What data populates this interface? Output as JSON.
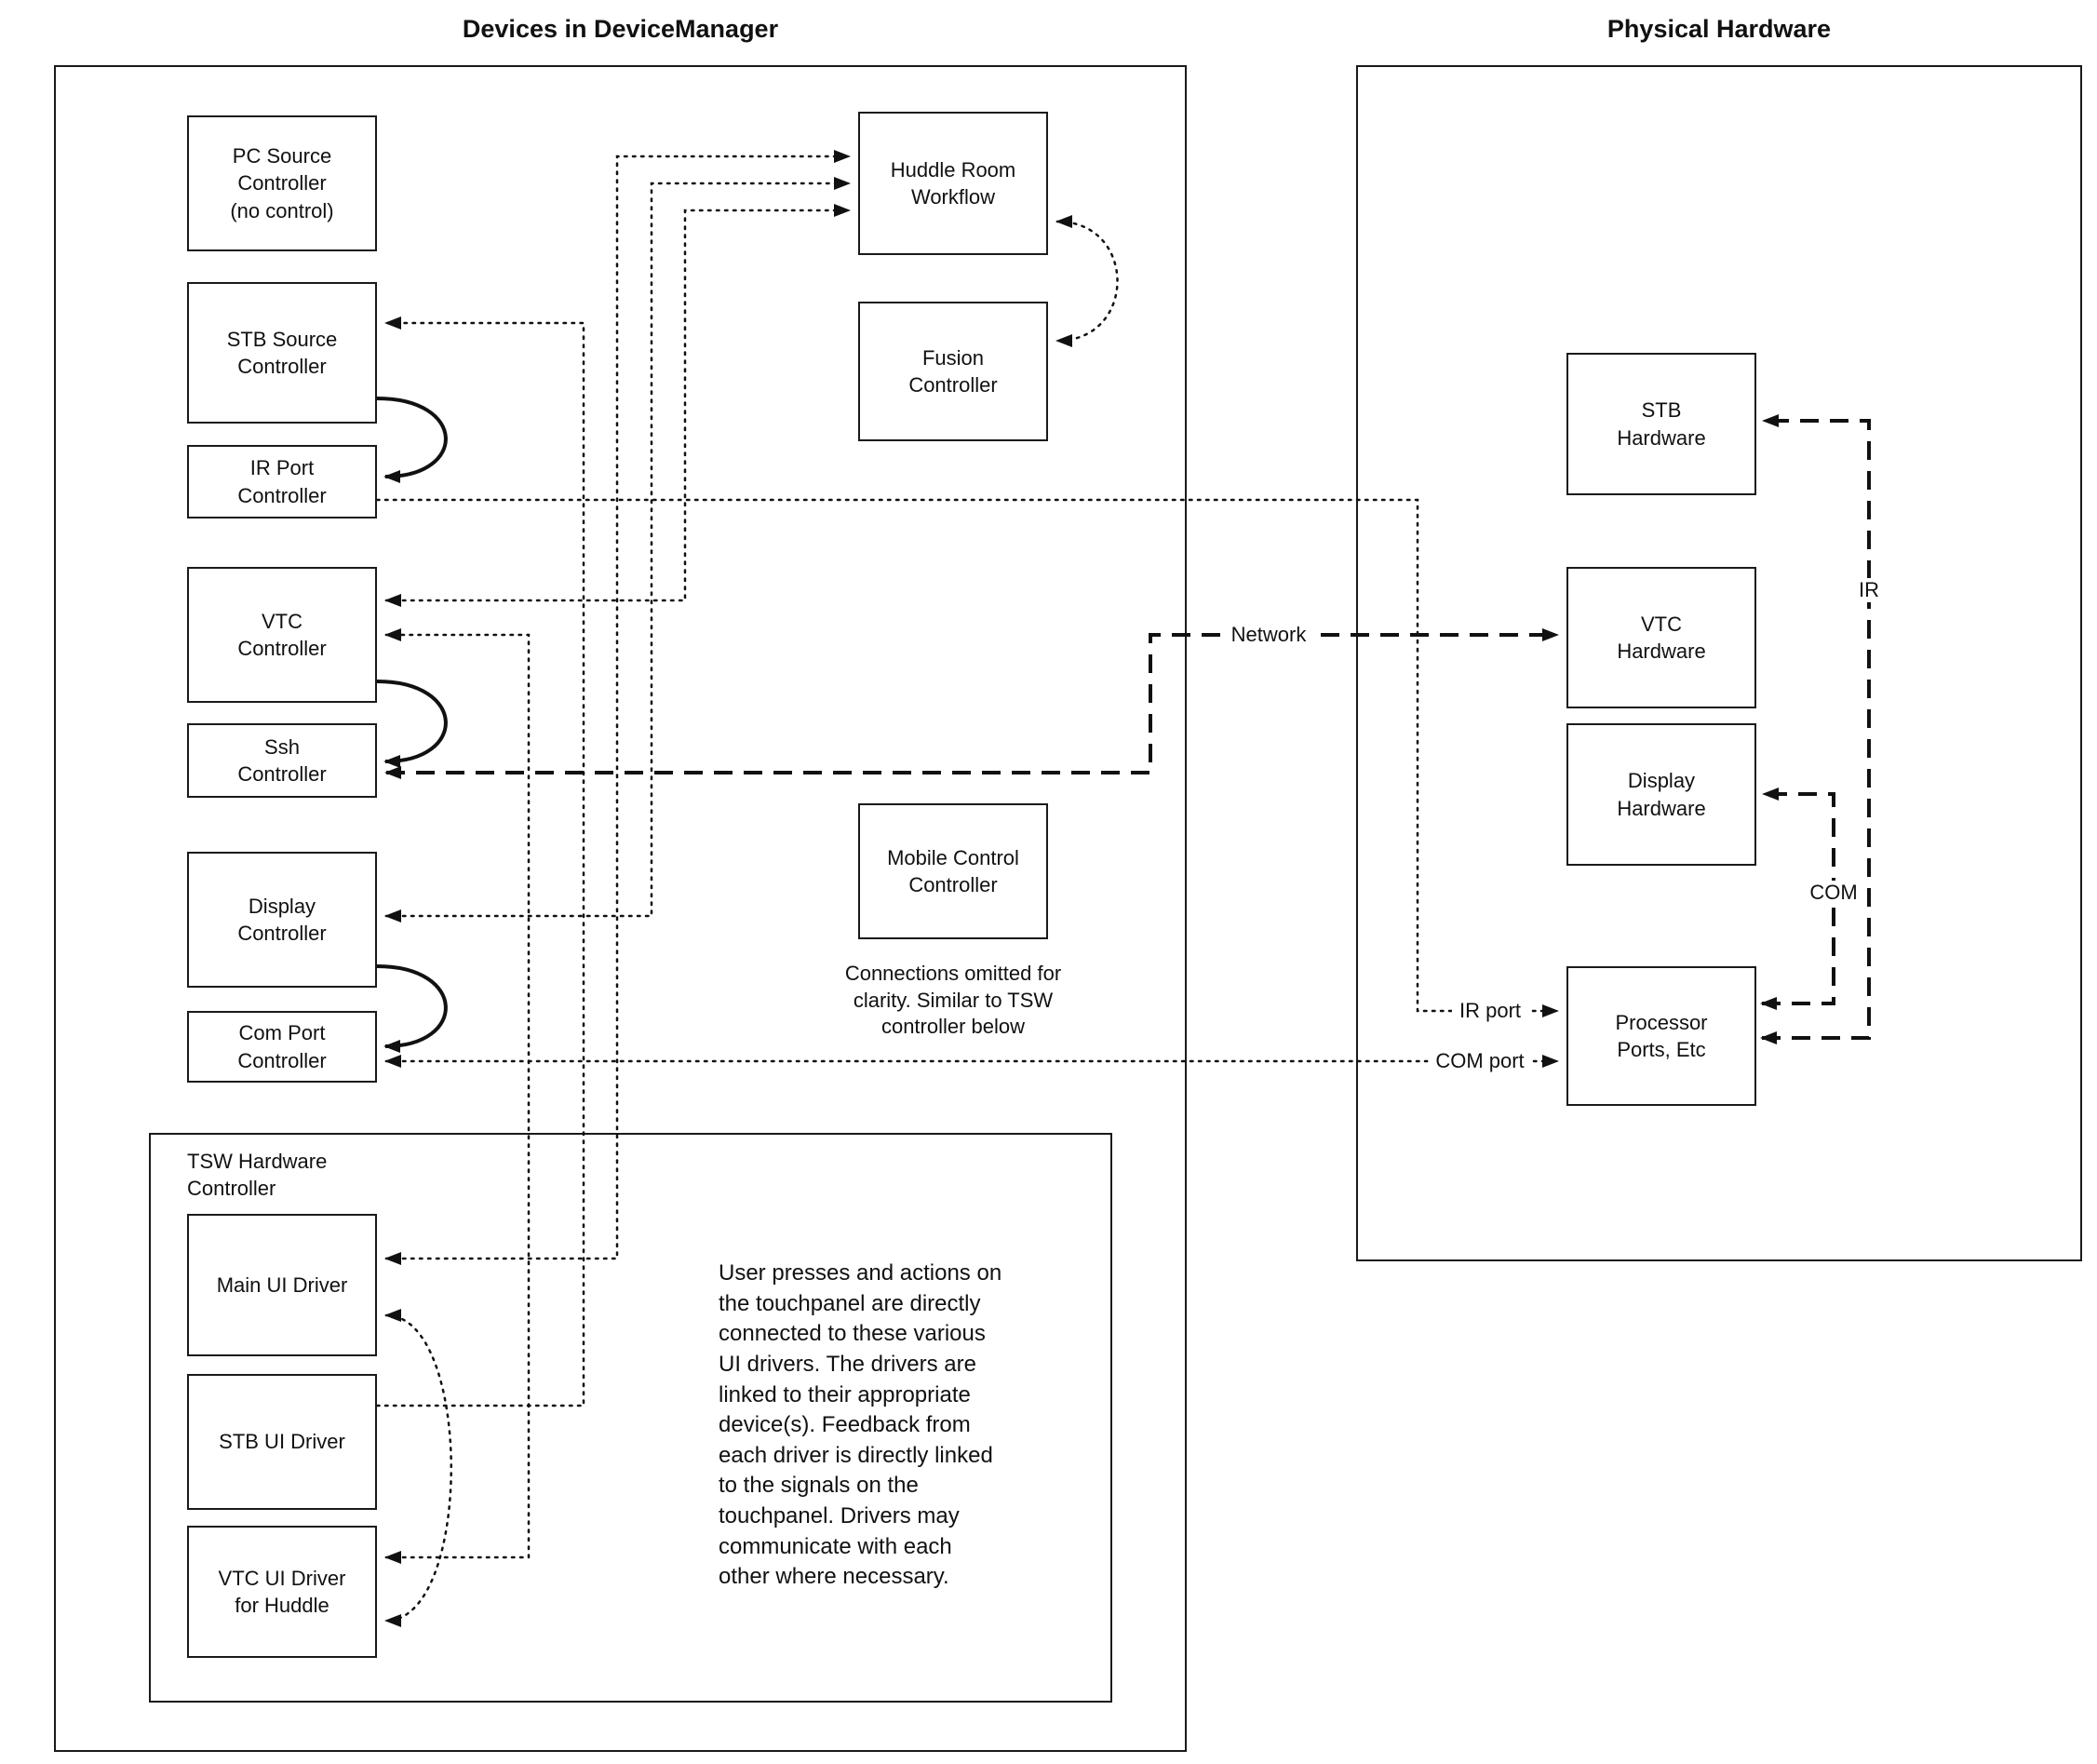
{
  "diagram": {
    "titles": {
      "device_manager": "Devices in DeviceManager",
      "physical_hardware": "Physical Hardware"
    },
    "device_manager": {
      "pc_source": "PC Source\nController\n(no control)",
      "stb_source": "STB Source\nController",
      "ir_port": "IR Port\nController",
      "vtc": "VTC\nController",
      "ssh": "Ssh\nController",
      "display": "Display\nController",
      "com_port": "Com Port\nController",
      "huddle": "Huddle Room\nWorkflow",
      "fusion": "Fusion\nController",
      "mobile": "Mobile Control\nController",
      "mobile_note": "Connections omitted for\nclarity. Similar to TSW\ncontroller below",
      "tsw": {
        "label": "TSW Hardware\nController",
        "main_ui": "Main UI Driver",
        "stb_ui": "STB UI Driver",
        "vtc_ui": "VTC UI Driver\nfor Huddle",
        "note": "User presses and actions on\nthe touchpanel are directly\nconnected to these various\nUI drivers.  The drivers are\nlinked to their appropriate\ndevice(s). Feedback from\neach driver is directly linked\nto the signals on the\ntouchpanel. Drivers may\ncommunicate with each\nother where necessary."
      }
    },
    "physical_hardware": {
      "stb_hw": "STB\nHardware",
      "vtc_hw": "VTC\nHardware",
      "display_hw": "Display\nHardware",
      "processor": "Processor\nPorts, Etc"
    },
    "line_labels": {
      "network": "Network",
      "ir": "IR",
      "com": "COM",
      "ir_port": "IR port",
      "com_port": "COM port"
    },
    "connections": [
      {
        "from": "STB Source Controller",
        "to": "IR Port Controller",
        "style": "solid"
      },
      {
        "from": "VTC Controller",
        "to": "Ssh Controller",
        "style": "solid"
      },
      {
        "from": "Display Controller",
        "to": "Com Port Controller",
        "style": "solid"
      },
      {
        "from": "Huddle Room Workflow",
        "to": "Fusion Controller",
        "style": "dotted"
      },
      {
        "from": "Main UI Driver",
        "to": "Huddle Room Workflow",
        "style": "dotted"
      },
      {
        "from": "Display Controller",
        "to": "Huddle Room Workflow",
        "style": "dotted"
      },
      {
        "from": "VTC Controller",
        "to": "Huddle Room Workflow",
        "style": "dotted"
      },
      {
        "from": "STB UI Driver",
        "to": "STB Source Controller",
        "style": "dotted"
      },
      {
        "from": "VTC UI Driver for Huddle",
        "to": "VTC Controller",
        "style": "dotted"
      },
      {
        "from": "Main UI Driver",
        "to": "VTC UI Driver for Huddle",
        "style": "dotted"
      },
      {
        "from": "IR Port Controller",
        "to": "Processor Ports, Etc",
        "style": "dotted",
        "label": "IR port"
      },
      {
        "from": "Com Port Controller",
        "to": "Processor Ports, Etc",
        "style": "dotted",
        "label": "COM port"
      },
      {
        "from": "Ssh Controller",
        "to": "VTC Hardware",
        "style": "dashed",
        "label": "Network"
      },
      {
        "from": "Processor Ports, Etc",
        "to": "STB Hardware",
        "style": "dashed",
        "label": "IR"
      },
      {
        "from": "Processor Ports, Etc",
        "to": "Display Hardware",
        "style": "dashed",
        "label": "COM"
      }
    ],
    "colors": {
      "line": "#111111",
      "background": "#ffffff"
    }
  }
}
